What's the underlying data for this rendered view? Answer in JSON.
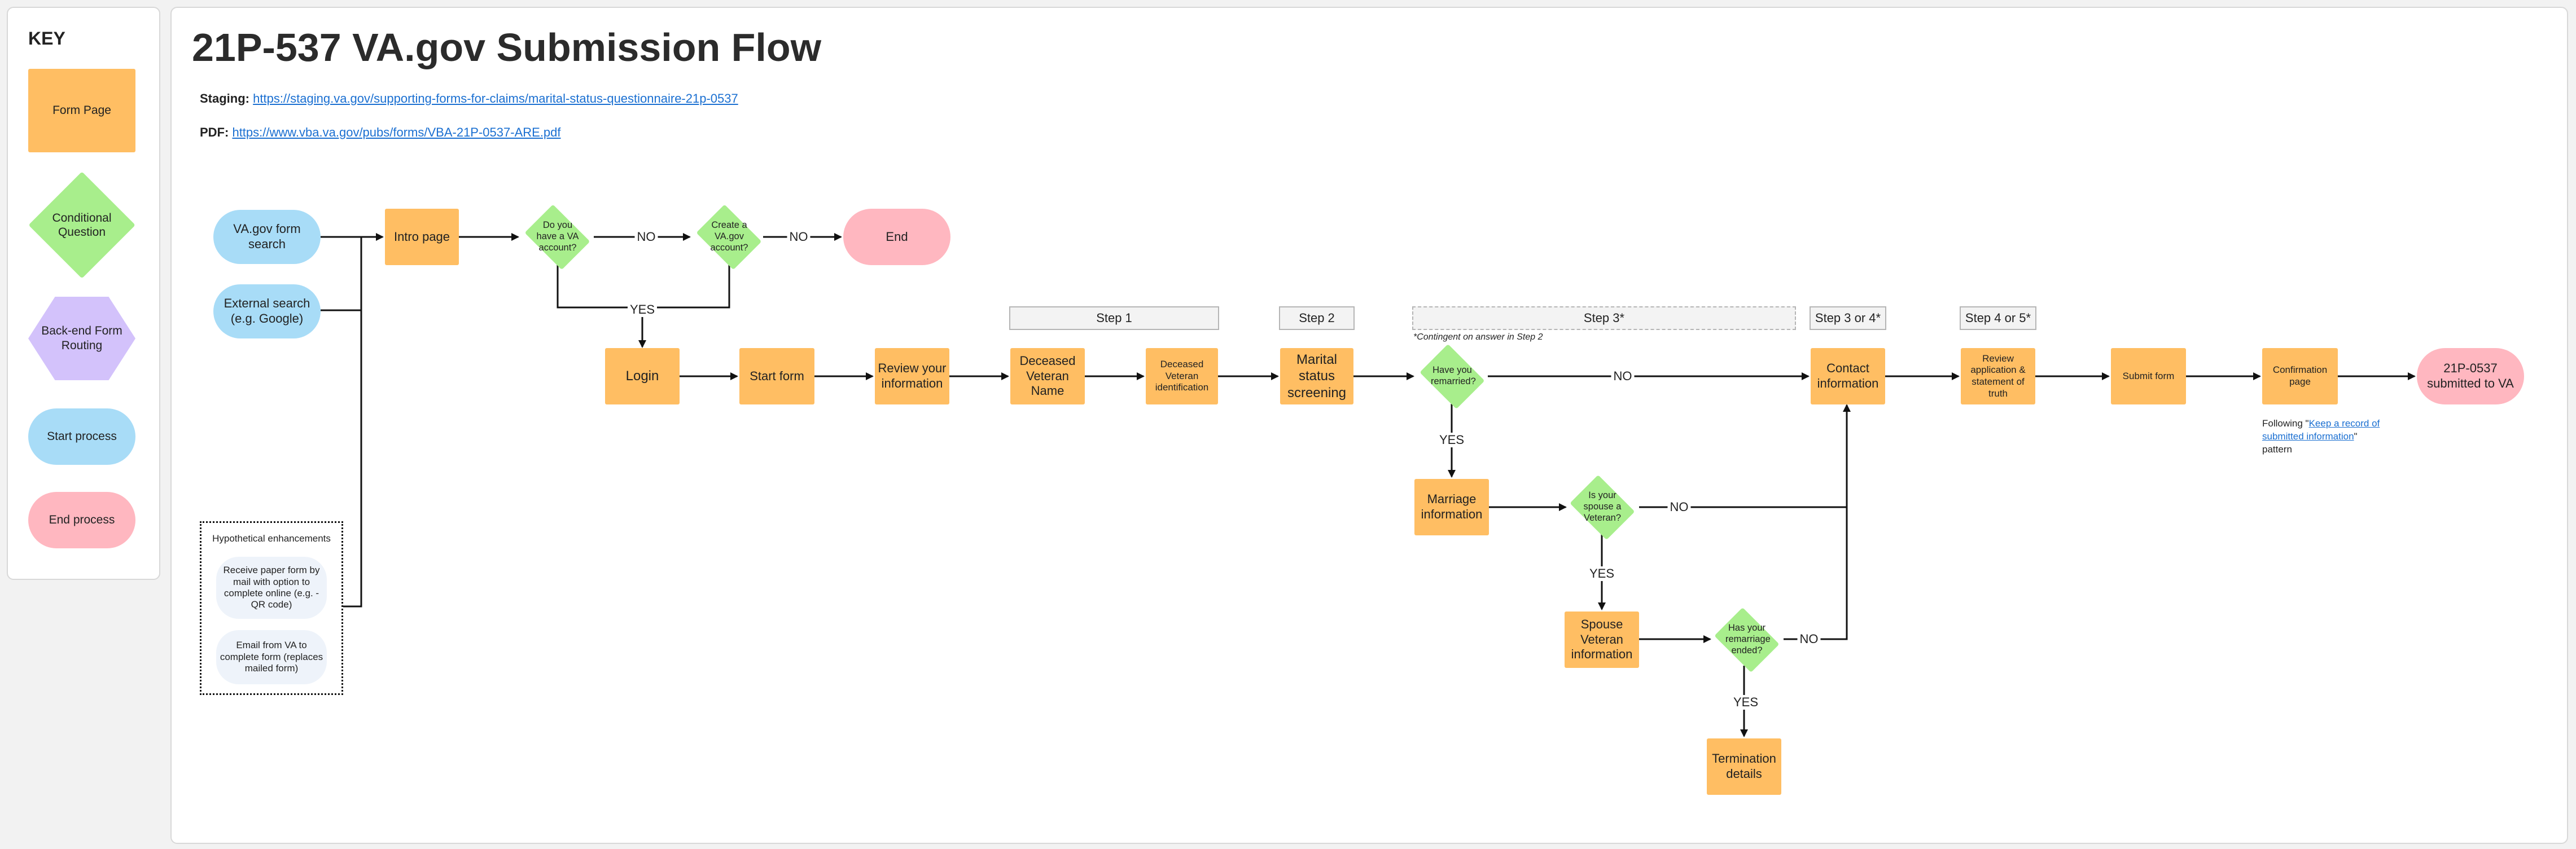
{
  "key": {
    "title": "KEY",
    "form_page": "Form Page",
    "conditional": "Conditional Question",
    "backend": "Back-end Form Routing",
    "start": "Start process",
    "end": "End process"
  },
  "header": {
    "title": "21P-537 VA.gov Submission Flow",
    "staging_label": "Staging:",
    "staging_url": "https://staging.va.gov/supporting-forms-for-claims/marital-status-questionnaire-21p-0537",
    "pdf_label": "PDF:",
    "pdf_url": "https://www.vba.va.gov/pubs/forms/VBA-21P-0537-ARE.pdf"
  },
  "nodes": {
    "search": "VA.gov form search",
    "external": "External search (e.g. Google)",
    "intro": "Intro page",
    "has_account": "Do you have a VA account?",
    "create_account": "Create a VA.gov account?",
    "end": "End",
    "login": "Login",
    "start_form": "Start form",
    "review_info": "Review your information",
    "vet_name": "Deceased Veteran Name",
    "vet_id": "Deceased Veteran identification",
    "marital": "Marital status screening",
    "remarried": "Have you remarried?",
    "contact": "Contact information",
    "review_app": "Review application & statement of truth",
    "submit": "Submit form",
    "confirmation": "Confirmation page",
    "submitted": "21P-0537 submitted to VA",
    "marriage_info": "Marriage information",
    "spouse_vet": "Is your spouse a Veteran?",
    "spouse_info": "Spouse Veteran information",
    "remarriage_ended": "Has your remarriage ended?",
    "termination": "Termination details"
  },
  "labels": {
    "no": "NO",
    "yes": "YES"
  },
  "steps": {
    "step1": "Step 1",
    "step2": "Step 2",
    "step3": "Step 3*",
    "step3_note": "*Contingent on answer in Step 2",
    "step34": "Step 3 or 4*",
    "step45": "Step 4 or 5*"
  },
  "confirmation_note": {
    "prefix": "Following \"",
    "link": "Keep a record of submitted information",
    "suffix": "\" pattern"
  },
  "hypothetical": {
    "title": "Hypothetical enhancements",
    "item1": "Receive paper form by mail with option to complete online (e.g. - QR code)",
    "item2": "Email from VA to complete form (replaces mailed form)"
  },
  "colors": {
    "form_page": "#ffbe63",
    "conditional": "#a8ee8c",
    "backend": "#d3c2fb",
    "start": "#a8dcf7",
    "end": "#ffb7c0",
    "link": "#1a6fd1"
  }
}
